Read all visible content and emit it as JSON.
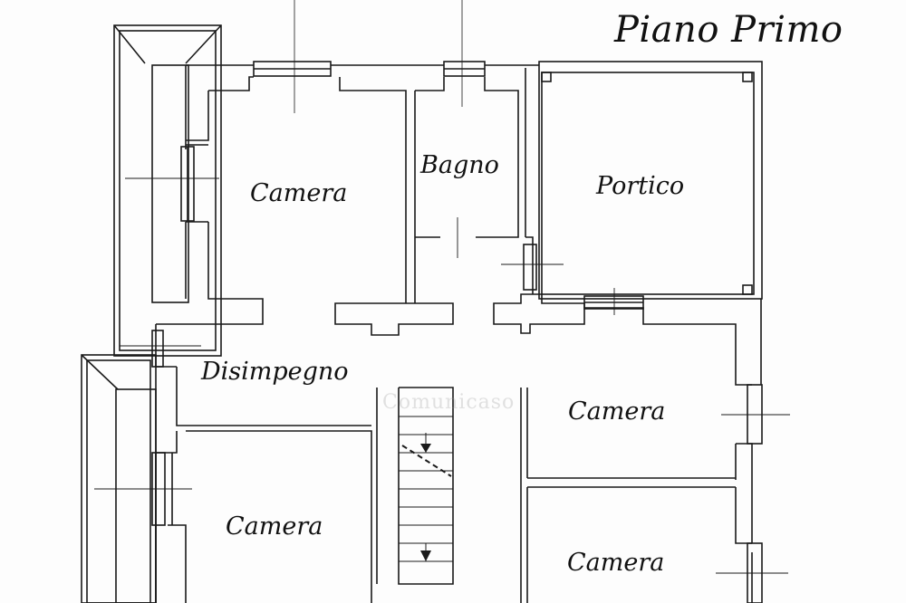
{
  "title": "Piano Primo",
  "watermark": "Comunicaso",
  "rooms": {
    "camera_1": "Camera",
    "bagno": "Bagno",
    "portico": "Portico",
    "disimpegno": "Disimpegno",
    "camera_2": "Camera",
    "camera_3": "Camera",
    "camera_4": "Camera"
  },
  "colors": {
    "wall": "#ffffff",
    "line": "#1a1a1a",
    "background": "#fdfdfd"
  }
}
